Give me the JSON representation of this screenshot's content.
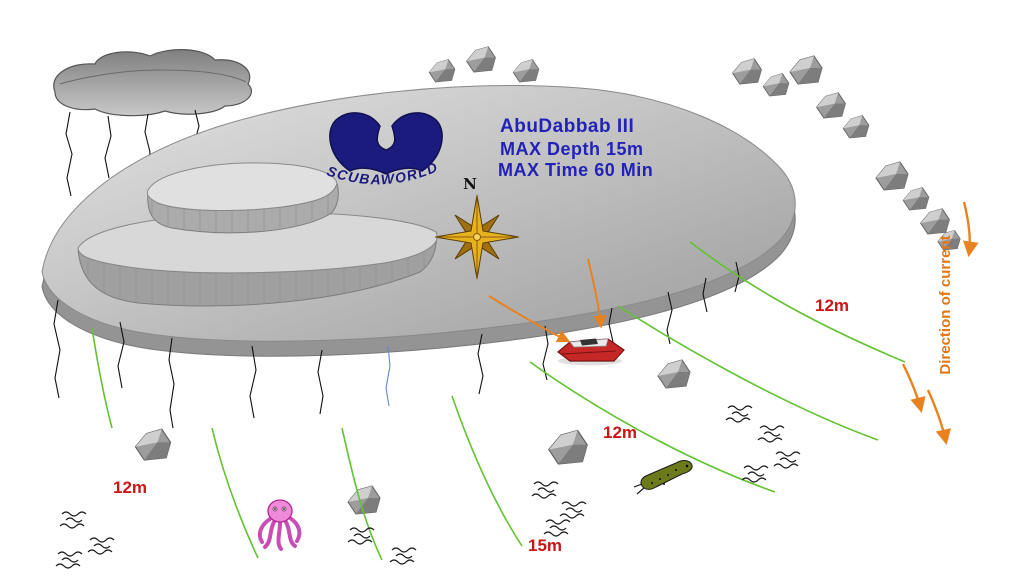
{
  "site": {
    "title": "AbuDabbab III",
    "max_depth": "MAX Depth 15m",
    "max_time": "MAX Time 60 Min"
  },
  "logo": {
    "brand": "SCUBAWORLD"
  },
  "compass": {
    "north": "N"
  },
  "current": {
    "label": "Direction of current"
  },
  "depths": [
    "12m",
    "12m",
    "12m",
    "15m"
  ],
  "colors": {
    "plateau_gray": "#bdbdbd",
    "info_text_blue": "#2222b8",
    "logo_navy": "#1b1b7e",
    "depth_red": "#cc1515",
    "current_orange": "#e8821e",
    "contour_green": "#63c231",
    "compass_gold": "#e8b21e",
    "boat_red": "#c62828",
    "octopus_pink": "#e06fd0"
  }
}
